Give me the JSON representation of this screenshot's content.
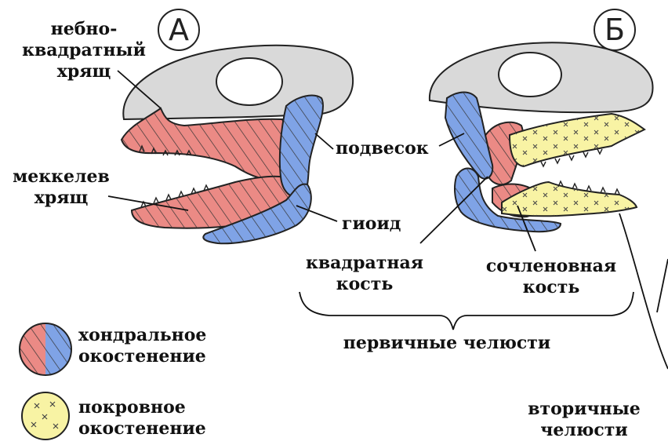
{
  "colors": {
    "chondral_red": "#eb8a85",
    "chondral_blue": "#7fa3e6",
    "dermal_yellow": "#f8f3a4",
    "skull_gray": "#d9d9d9",
    "outline": "#222222"
  },
  "panel_a": {
    "letter": "А",
    "labels": {
      "palatoquadrate": [
        "небно-",
        "квадратный",
        "хрящ"
      ],
      "meckel": [
        "меккелев",
        "хрящ"
      ],
      "suspensorium": "подвесок",
      "hyoid": "гиоид"
    }
  },
  "panel_b": {
    "letter": "Б",
    "labels": {
      "quadrate": [
        "квадратная",
        "кость"
      ],
      "articular": [
        "сочленовная",
        "кость"
      ],
      "primary_jaws": "первичные челюсти",
      "secondary_jaws": [
        "вторичные",
        "челюсти"
      ]
    }
  },
  "legend": {
    "chondral": [
      "хондральное",
      "окостенение"
    ],
    "dermal": [
      "покровное",
      "окостенение"
    ]
  }
}
